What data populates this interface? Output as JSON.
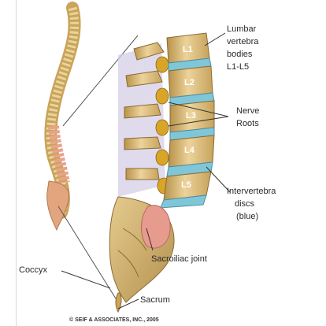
{
  "labels": {
    "lumbar_line1": "Lumbar",
    "lumbar_line2": "vertebra",
    "lumbar_line3": "bodies",
    "lumbar_line4": "L1-L5",
    "nerve_line1": "Nerve",
    "nerve_line2": "Roots",
    "disc_line1": "Intervertebra",
    "disc_line2": "discs",
    "disc_line3": "(blue)",
    "si_joint": "Sacroiliac joint",
    "coccyx": "Coccyx",
    "sacrum": "Sacrum"
  },
  "vertebrae": [
    "L1",
    "L2",
    "L3",
    "L4",
    "L5"
  ],
  "credit": "© SEIF & ASSOCIATES, INC., 2005",
  "colors": {
    "bone": "#d9b977",
    "bone_dark": "#a8843f",
    "disc": "#7fc6d8",
    "disc_lavender": "#c7bedc",
    "si_joint": "#e79a8e",
    "nerve": "#c9971f",
    "lower_spine_pink": "#e8a38b"
  }
}
